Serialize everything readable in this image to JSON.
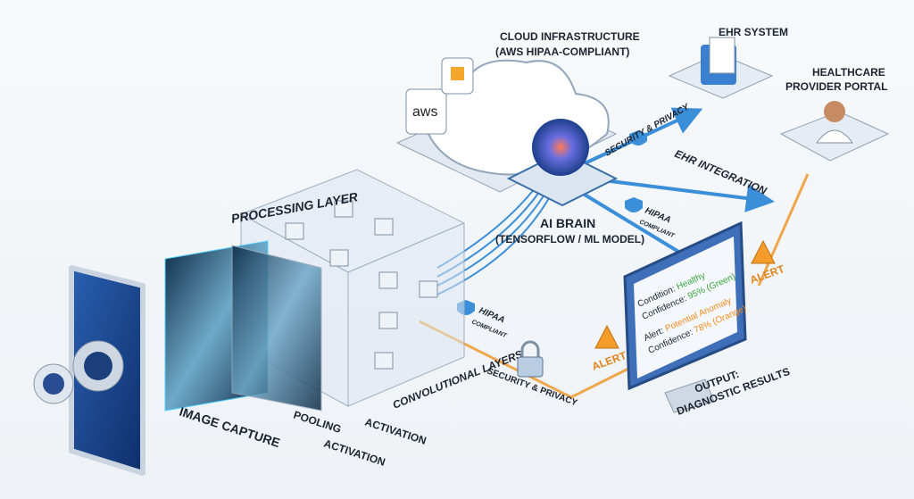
{
  "labels": {
    "cloud_line1": "CLOUD INFRASTRUCTURE",
    "cloud_line2": "(AWS HIPAA-COMPLIANT)",
    "aws_logo": "aws",
    "ehr_system": "EHR SYSTEM",
    "portal_line1": "HEALTHCARE",
    "portal_line2": "PROVIDER PORTAL",
    "security_top": "SECURITY & PRIVACY",
    "ehr_integration": "EHR INTEGRATION",
    "hipaa_1": "HIPAA",
    "hipaa_1b": "COMPLIANT",
    "hipaa_2": "HIPAA",
    "hipaa_2b": "COMPLIANT",
    "processing_layer": "PROCESSING LAYER",
    "ai_brain_line1": "AI BRAIN",
    "ai_brain_line2": "(TENSORFLOW / ML MODEL)",
    "alert_right": "ALERT",
    "alert_bottom": "ALERT",
    "output_line1": "OUTPUT:",
    "output_line2": "DIAGNOSTIC RESULTS",
    "image_capture": "IMAGE CAPTURE",
    "pooling": "POOLING",
    "activation_1": "ACTIVATION",
    "activation_2": "ACTIVATION",
    "convolutional_layers": "CONVOLUTIONAL LAYERS",
    "security_bottom": "SECURITY & PRIVACY"
  },
  "monitor": {
    "condition_label": "Condition:",
    "condition_value": "Healthy",
    "confidence_label_1": "Confidence:",
    "confidence_value_1": "95% (Green)",
    "alert_label": "Alert:",
    "alert_value": "Potential Anomaly",
    "confidence_label_2": "Confidence:",
    "confidence_value_2": "78% (Orange)"
  },
  "colors": {
    "blue_flow": "#3b8fd9",
    "orange_flow": "#f0a64a",
    "healthy": "#3aa33a",
    "anomaly": "#f08a1c"
  }
}
